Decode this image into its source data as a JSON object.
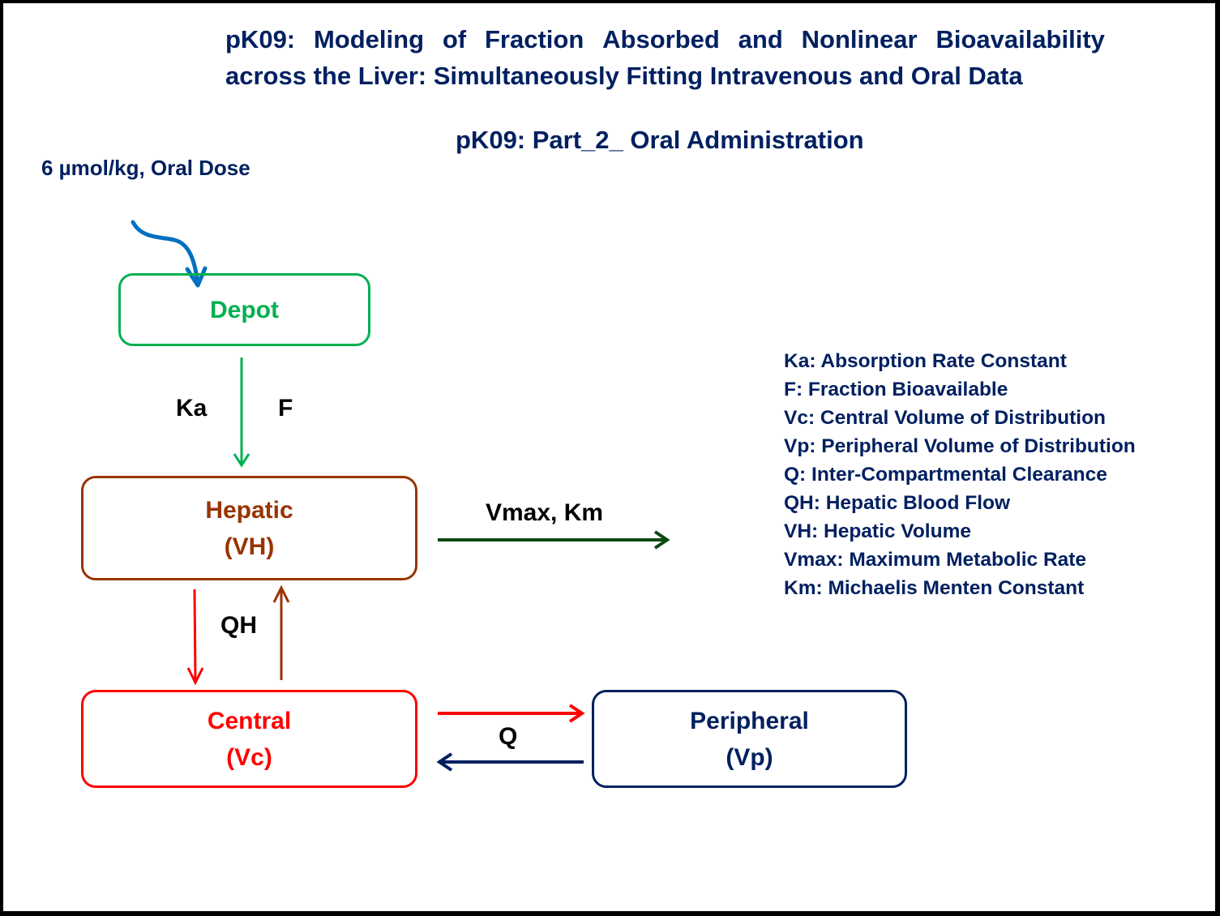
{
  "title": {
    "line1": [
      "pK09:",
      "Modeling",
      "of",
      "Fraction",
      "Absorbed",
      "and",
      "Nonlinear",
      "Bioavailability"
    ],
    "line2": "across the Liver: Simultaneously Fitting Intravenous and Oral Data"
  },
  "subtitle": "pK09: Part_2_ Oral Administration",
  "dose_label": "6 µmol/kg, Oral Dose",
  "compartments": {
    "depot": {
      "name": "Depot",
      "color": "#00B050"
    },
    "hepatic": {
      "name": "Hepatic",
      "volume": "(VH)",
      "color": "#993300"
    },
    "central": {
      "name": "Central",
      "volume": "(Vc)",
      "color": "#FF0000"
    },
    "peripheral": {
      "name": "Peripheral",
      "volume": "(Vp)",
      "color": "#002060"
    }
  },
  "flow_labels": {
    "ka": "Ka",
    "f": "F",
    "elimination": "Vmax, Km",
    "qh": "QH",
    "q": "Q"
  },
  "arrow_colors": {
    "dose": "#0070C0",
    "absorption": "#00B050",
    "elimination": "#0B4A12",
    "hepatic_to_central": "#FF0000",
    "central_to_hepatic": "#993300",
    "central_to_peripheral": "#FF0000",
    "peripheral_to_central": "#002060"
  },
  "legend": [
    "Ka: Absorption Rate Constant",
    "F: Fraction Bioavailable",
    "Vc: Central Volume of Distribution",
    "Vp: Peripheral Volume of Distribution",
    "Q: Inter-Compartmental Clearance",
    "QH: Hepatic Blood Flow",
    "VH: Hepatic Volume",
    "Vmax: Maximum Metabolic Rate",
    "Km: Michaelis Menten Constant"
  ]
}
